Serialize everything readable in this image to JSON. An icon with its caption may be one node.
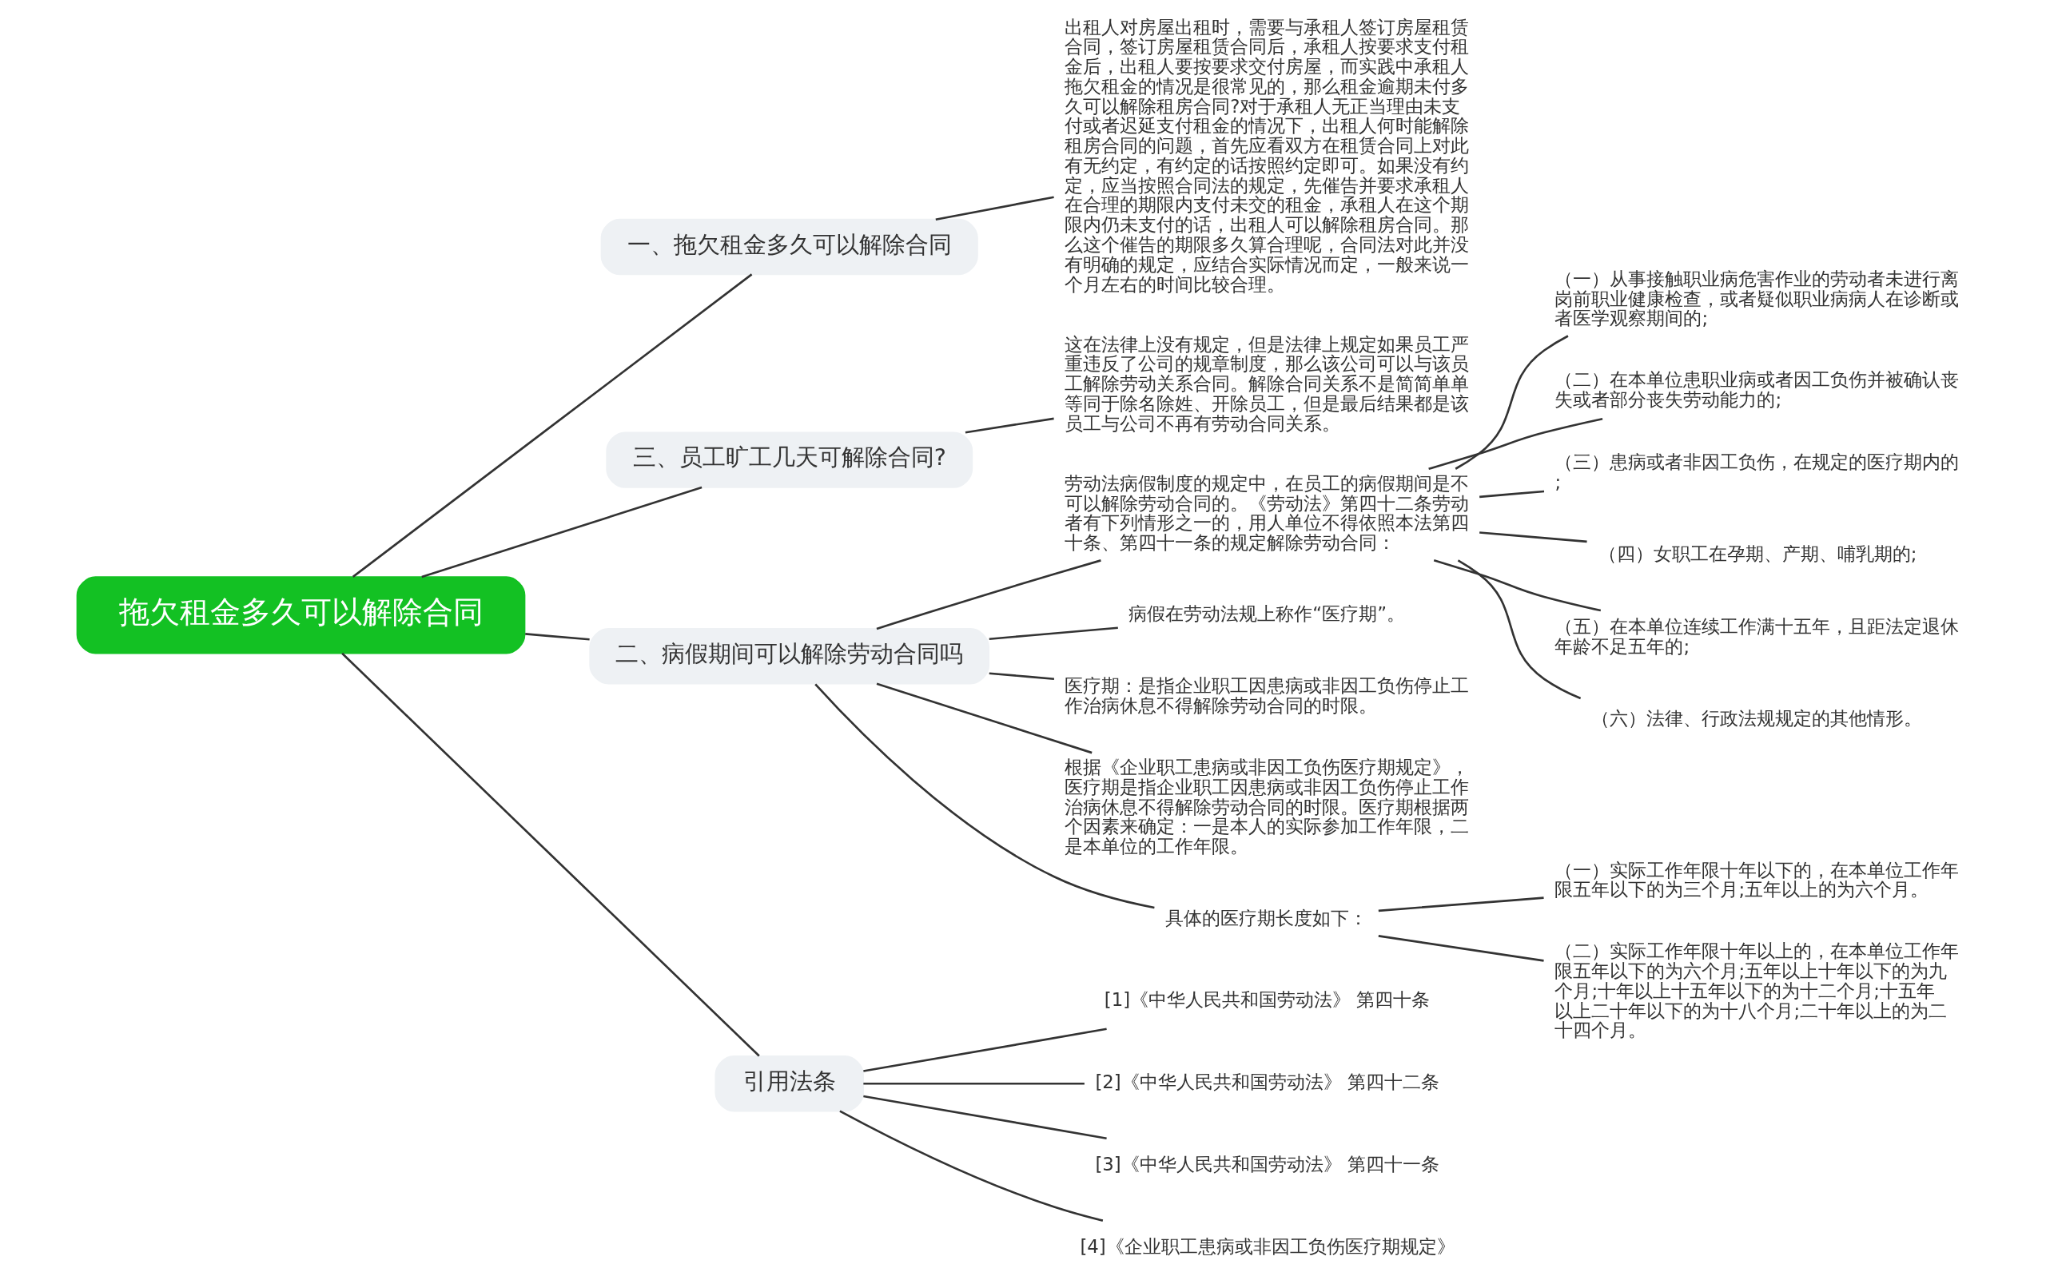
{
  "diagram": {
    "nodes": [
      {
        "text": [
          "拖欠租金多久可以解除合同"
        ]
      },
      {
        "text": [
          "一、拖欠租金多久可以解除合同"
        ]
      },
      {
        "text": [
          "出租人对房屋出租时，需要与承租人签订房屋租赁合同，签订房屋租赁合同后，承租人按要求支付租金后，出租人要按要求交付房屋，而实践中承租人拖欠租金的情况是很常见的，那么租金逾期未付多久可以解除租房合同?对于承租人无正当理由未支付或者迟延支付租金的情况下，出租人何时能解除租房合同的问题，首先应看双方在租赁合同上对此有无约定，有约定的话按照约定即可。如果没有约定，应当按照合同法的规定，先催告并要求承租人在合理的期限内支付未交的租金，承租人在这个期限内仍未支付的话，出租人可以解除租房合同。那么这个催告的期限多久算合理呢，合同法对此并没有明确的规定，应结合实际情况而定，一般来说一个月左右的时间比较合理。"
        ]
      },
      {
        "text": [
          "三、员工旷工几天可解除合同?"
        ]
      },
      {
        "text": [
          "这在法律上没有规定，但是法律上规定如果员工严重违反了公司的规章制度，那么该公司可以与该员工解除劳动关系合同。解除合同关系不是简简单单等同于除名除姓、开除员工，但是最后结果都是该员工与公司不再有劳动合同关系。"
        ]
      },
      {
        "text": [
          "二、病假期间可以解除劳动合同吗"
        ]
      },
      {
        "text": [
          "劳动法病假制度的规定中，在员工的病假期间是不可以解除劳动合同的。《劳动法》第四十二条劳动者有下列情形之一的，用人单位不得依照本法第四十条、第四十一条的规定解除劳动合同："
        ]
      },
      {
        "text": [
          "（一）从事接触职业病危害作业的劳动者未进行离岗前职业健康检查，或者疑似职业病病人在诊断或者医学观察期间的;"
        ]
      },
      {
        "text": [
          "（二）在本单位患职业病或者因工负伤并被确认丧失或者部分丧失劳动能力的;"
        ]
      },
      {
        "text": [
          "（三）患病或者非因工负伤，在规定的医疗期内的;"
        ]
      },
      {
        "text": [
          "（四）女职工在孕期、产期、哺乳期的;"
        ]
      },
      {
        "text": [
          "（五）在本单位连续工作满十五年，且距法定退休年龄不足五年的;"
        ]
      },
      {
        "text": [
          "（六）法律、行政法规规定的其他情形。"
        ]
      },
      {
        "text": [
          "病假在劳动法规上称作“医疗期”。"
        ]
      },
      {
        "text": [
          "医疗期：是指企业职工因患病或非因工负伤停止工作治病休息不得解除劳动合同的时限。"
        ]
      },
      {
        "text": [
          "根据《企业职工患病或非因工负伤医疗期规定》，医疗期是指企业职工因患病或非因工负伤停止工作治病休息不得解除劳动合同的时限。医疗期根据两个因素来确定：一是本人的实际参加工作年限，二是本单位的工作年限。"
        ]
      },
      {
        "text": [
          "具体的医疗期长度如下："
        ]
      },
      {
        "text": [
          "（一）实际工作年限十年以下的，在本单位工作年限五年以下的为三个月;五年以上的为六个月。"
        ]
      },
      {
        "text": [
          "（二）实际工作年限十年以上的，在本单位工作年限五年以下的为六个月;五年以上十年以下的为九个月;十年以上十五年以下的为十二个月;十五年以上二十年以下的为十八个月;二十年以上的为二十四个月。"
        ]
      },
      {
        "text": [
          "引用法条"
        ]
      },
      {
        "text": [
          "[1]《中华人民共和国劳动法》 第四十条"
        ]
      },
      {
        "text": [
          "[2]《中华人民共和国劳动法》 第四十二条"
        ]
      },
      {
        "text": [
          "[3]《中华人民共和国劳动法》 第四十一条"
        ]
      },
      {
        "text": [
          "[4]《企业职工患病或非因工负伤医疗期规定》"
        ]
      }
    ],
    "edges": [
      {
        "from": 0,
        "to": 1,
        "arrow": "none"
      },
      {
        "from": 1,
        "to": 2,
        "arrow": "none"
      },
      {
        "from": 0,
        "to": 3,
        "arrow": "none"
      },
      {
        "from": 3,
        "to": 4,
        "arrow": "none"
      },
      {
        "from": 0,
        "to": 5,
        "arrow": "none"
      },
      {
        "from": 5,
        "to": 6,
        "arrow": "none"
      },
      {
        "from": 6,
        "to": 7,
        "arrow": "none"
      },
      {
        "from": 6,
        "to": 8,
        "arrow": "none"
      },
      {
        "from": 6,
        "to": 9,
        "arrow": "none"
      },
      {
        "from": 6,
        "to": 10,
        "arrow": "none"
      },
      {
        "from": 6,
        "to": 11,
        "arrow": "none"
      },
      {
        "from": 6,
        "to": 12,
        "arrow": "none"
      },
      {
        "from": 5,
        "to": 13,
        "arrow": "none"
      },
      {
        "from": 5,
        "to": 14,
        "arrow": "none"
      },
      {
        "from": 5,
        "to": 15,
        "arrow": "none"
      },
      {
        "from": 5,
        "to": 16,
        "arrow": "none"
      },
      {
        "from": 16,
        "to": 17,
        "arrow": "none"
      },
      {
        "from": 16,
        "to": 18,
        "arrow": "none"
      },
      {
        "from": 0,
        "to": 19,
        "arrow": "none"
      },
      {
        "from": 19,
        "to": 20,
        "arrow": "none"
      },
      {
        "from": 19,
        "to": 21,
        "arrow": "none"
      },
      {
        "from": 19,
        "to": 22,
        "arrow": "none"
      },
      {
        "from": 19,
        "to": 23,
        "arrow": "none"
      }
    ]
  }
}
